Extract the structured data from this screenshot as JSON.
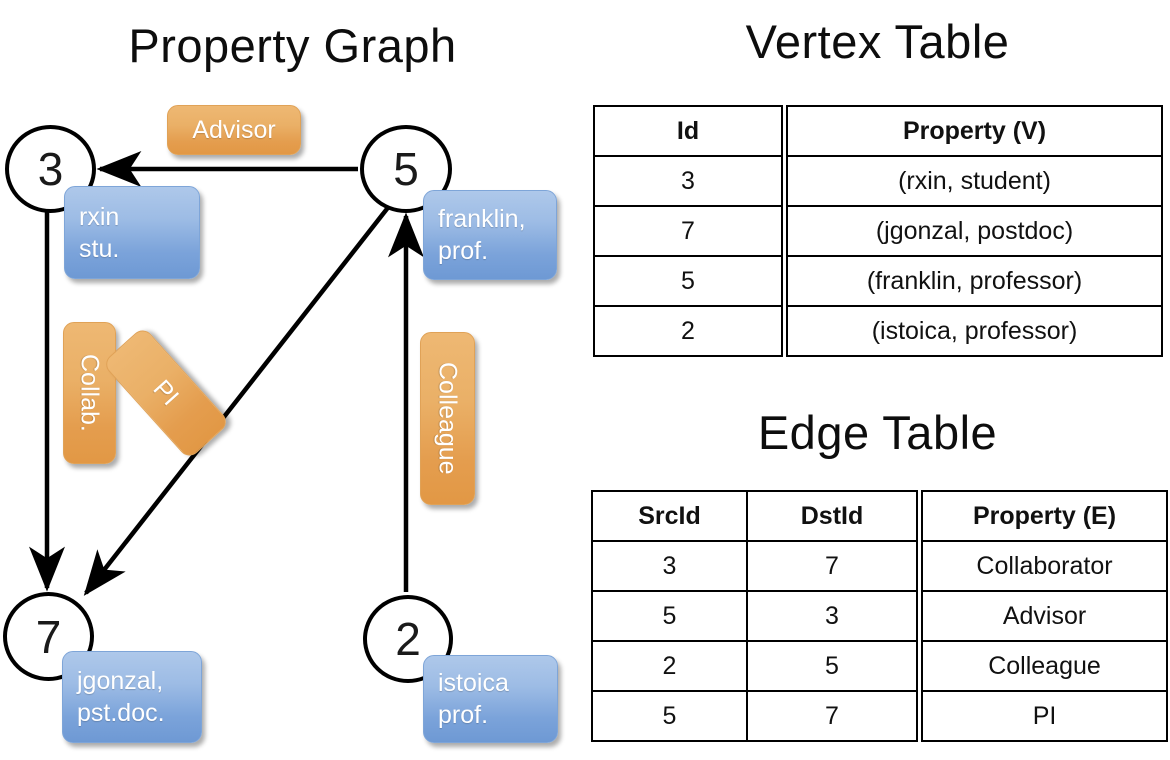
{
  "titles": {
    "property_graph": "Property Graph",
    "vertex_table": "Vertex Table",
    "edge_table": "Edge Table"
  },
  "graph": {
    "nodes": [
      {
        "id": "3",
        "label": "3",
        "property_lines": [
          "rxin",
          "stu."
        ]
      },
      {
        "id": "5",
        "label": "5",
        "property_lines": [
          "franklin,",
          "prof."
        ]
      },
      {
        "id": "7",
        "label": "7",
        "property_lines": [
          "jgonzal,",
          "pst.doc."
        ]
      },
      {
        "id": "2",
        "label": "2",
        "property_lines": [
          "istoica",
          "prof."
        ]
      }
    ],
    "edge_labels": [
      {
        "name": "advisor",
        "text": "Advisor",
        "orientation": "horizontal"
      },
      {
        "name": "collab",
        "text": "Collab.",
        "orientation": "vertical"
      },
      {
        "name": "pi",
        "text": "PI",
        "orientation": "rotated"
      },
      {
        "name": "colleague",
        "text": "Colleague",
        "orientation": "vertical"
      }
    ],
    "edges": [
      {
        "from": "5",
        "to": "3",
        "label": "Advisor"
      },
      {
        "from": "3",
        "to": "7",
        "label": "Collab."
      },
      {
        "from": "5",
        "to": "7",
        "label": "PI"
      },
      {
        "from": "2",
        "to": "5",
        "label": "Colleague"
      }
    ]
  },
  "vertex_table": {
    "headers": [
      "Id",
      "Property (V)"
    ],
    "rows": [
      {
        "id": "3",
        "property": "(rxin, student)"
      },
      {
        "id": "7",
        "property": "(jgonzal, postdoc)"
      },
      {
        "id": "5",
        "property": "(franklin, professor)"
      },
      {
        "id": "2",
        "property": "(istoica, professor)"
      }
    ]
  },
  "edge_table": {
    "headers": [
      "SrcId",
      "DstId",
      "Property (E)"
    ],
    "rows": [
      {
        "src": "3",
        "dst": "7",
        "property": "Collaborator"
      },
      {
        "src": "5",
        "dst": "3",
        "property": "Advisor"
      },
      {
        "src": "2",
        "dst": "5",
        "property": "Colleague"
      },
      {
        "src": "5",
        "dst": "7",
        "property": "PI"
      }
    ]
  },
  "colors": {
    "vertex_property_fill": "#ccd9ef",
    "edge_property_fill": "#f7dfc5",
    "vertex_box_blue": "#7ba3da",
    "edge_box_orange": "#e49d4e",
    "background": "#ffffff",
    "stroke": "#000000"
  }
}
